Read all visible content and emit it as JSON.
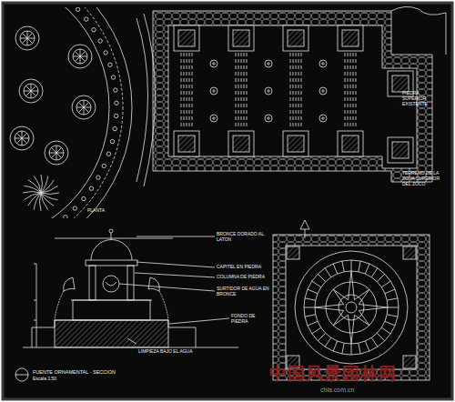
{
  "diagram": {
    "labels": [
      "PLANTA",
      "PIEDRA SUPERIOR EXISTENTE",
      "TERRENO DE LA ZONA SUPERIOR DEL ZOCO",
      "BRONCE DORADO AL LATON",
      "CAPITEL EN PIEDRA",
      "COLUMNA DE PIEDRA",
      "SURTIDOR DE AGUA EN BRONCE",
      "FONDO DE PIEDRA",
      "LIMPIEZA BAJO EL AGUA",
      "FUENTE ORNAMENTAL - SECCION",
      "Escala 1:50",
      "中国风景园林网",
      "chla.com.cn"
    ]
  }
}
